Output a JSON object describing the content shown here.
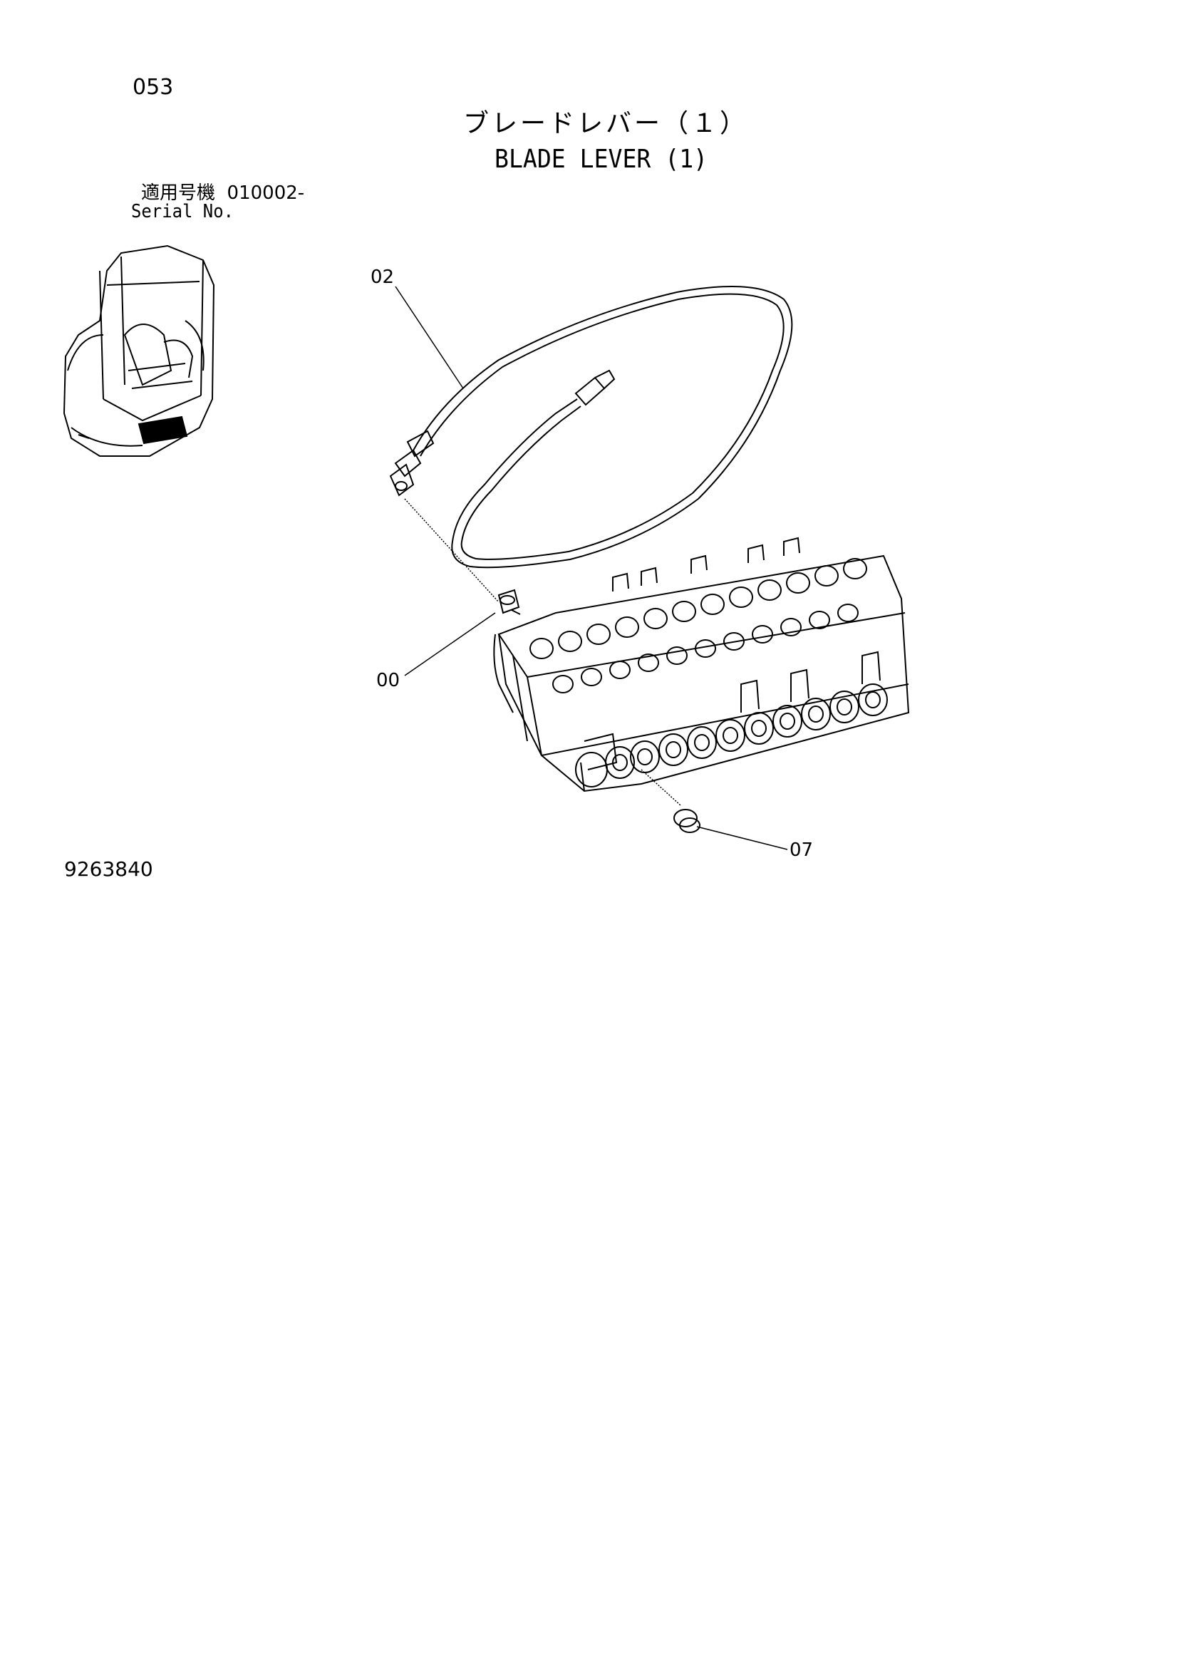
{
  "header": {
    "page_number": "053",
    "title_jp": "ブレードレバー（１）",
    "title_en": "BLADE LEVER (1)"
  },
  "serial": {
    "label_jp": "適用号機",
    "value": "010002-",
    "label_en": "Serial No."
  },
  "callouts": {
    "hose": "02",
    "fitting": "00",
    "cap": "07"
  },
  "footer": {
    "drawing_number": "9263840"
  }
}
